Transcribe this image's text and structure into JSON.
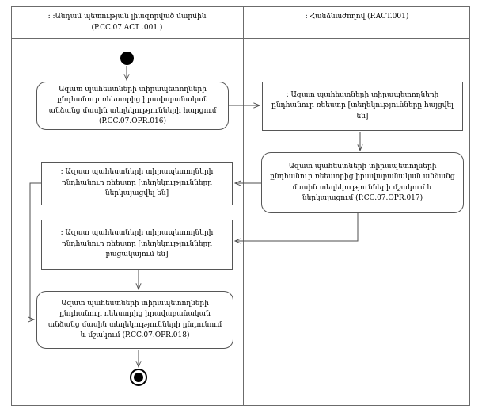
{
  "header": {
    "left": {
      "line1": ": :Անդամ պետության լիազորված մարմին",
      "line2": "(P.CC.07.ACT .001 )"
    },
    "right": {
      "line1": ": Հանձնաժողով (P.ACT.001)"
    }
  },
  "nodes": {
    "left_action_request": {
      "text": "Ազատ պահեստների տիրապետողների ընդհանուր ռեեստրից իրավաբանական անձանց մասին տեղեկությունների հարցում (P.CC.07.OPR.016)"
    },
    "right_object_requested": {
      "text": ": Ազատ պահեստների տիրապետողների ընդհանուր ռեեստր [տեղեկությունները հայցվել են]"
    },
    "right_action_process": {
      "text": "Ազատ պահեստների տիրապետողների ընդհանուր ռեեստրից իրավաբանական անձանց մասին տեղեկությունների մշակում և ներկայացում (P.CC.07.OPR.017)"
    },
    "left_object_presented": {
      "text": ": Ազատ պահեստների տիրապետողների ընդհանուր ռեեստր [տեղեկությունները ներկայացվել են]"
    },
    "left_object_absent": {
      "text": ": Ազատ պահեստների տիրապետողների ընդհանուր ռեեստր [տեղեկությունները բացակայում են]"
    },
    "left_action_receive": {
      "text": "Ազատ պահեստների տիրապետողների ընդհանուր ռեեստրից իրավաբանական անձանց մասին տեղեկությունների ընդունում և մշակում (P.CC.07.OPR.018)"
    }
  },
  "colors": {
    "line": "#4d4d4d",
    "node_border": "#565656",
    "frame_border": "#6b6b6b",
    "background": "#ffffff",
    "text": "#000000"
  }
}
